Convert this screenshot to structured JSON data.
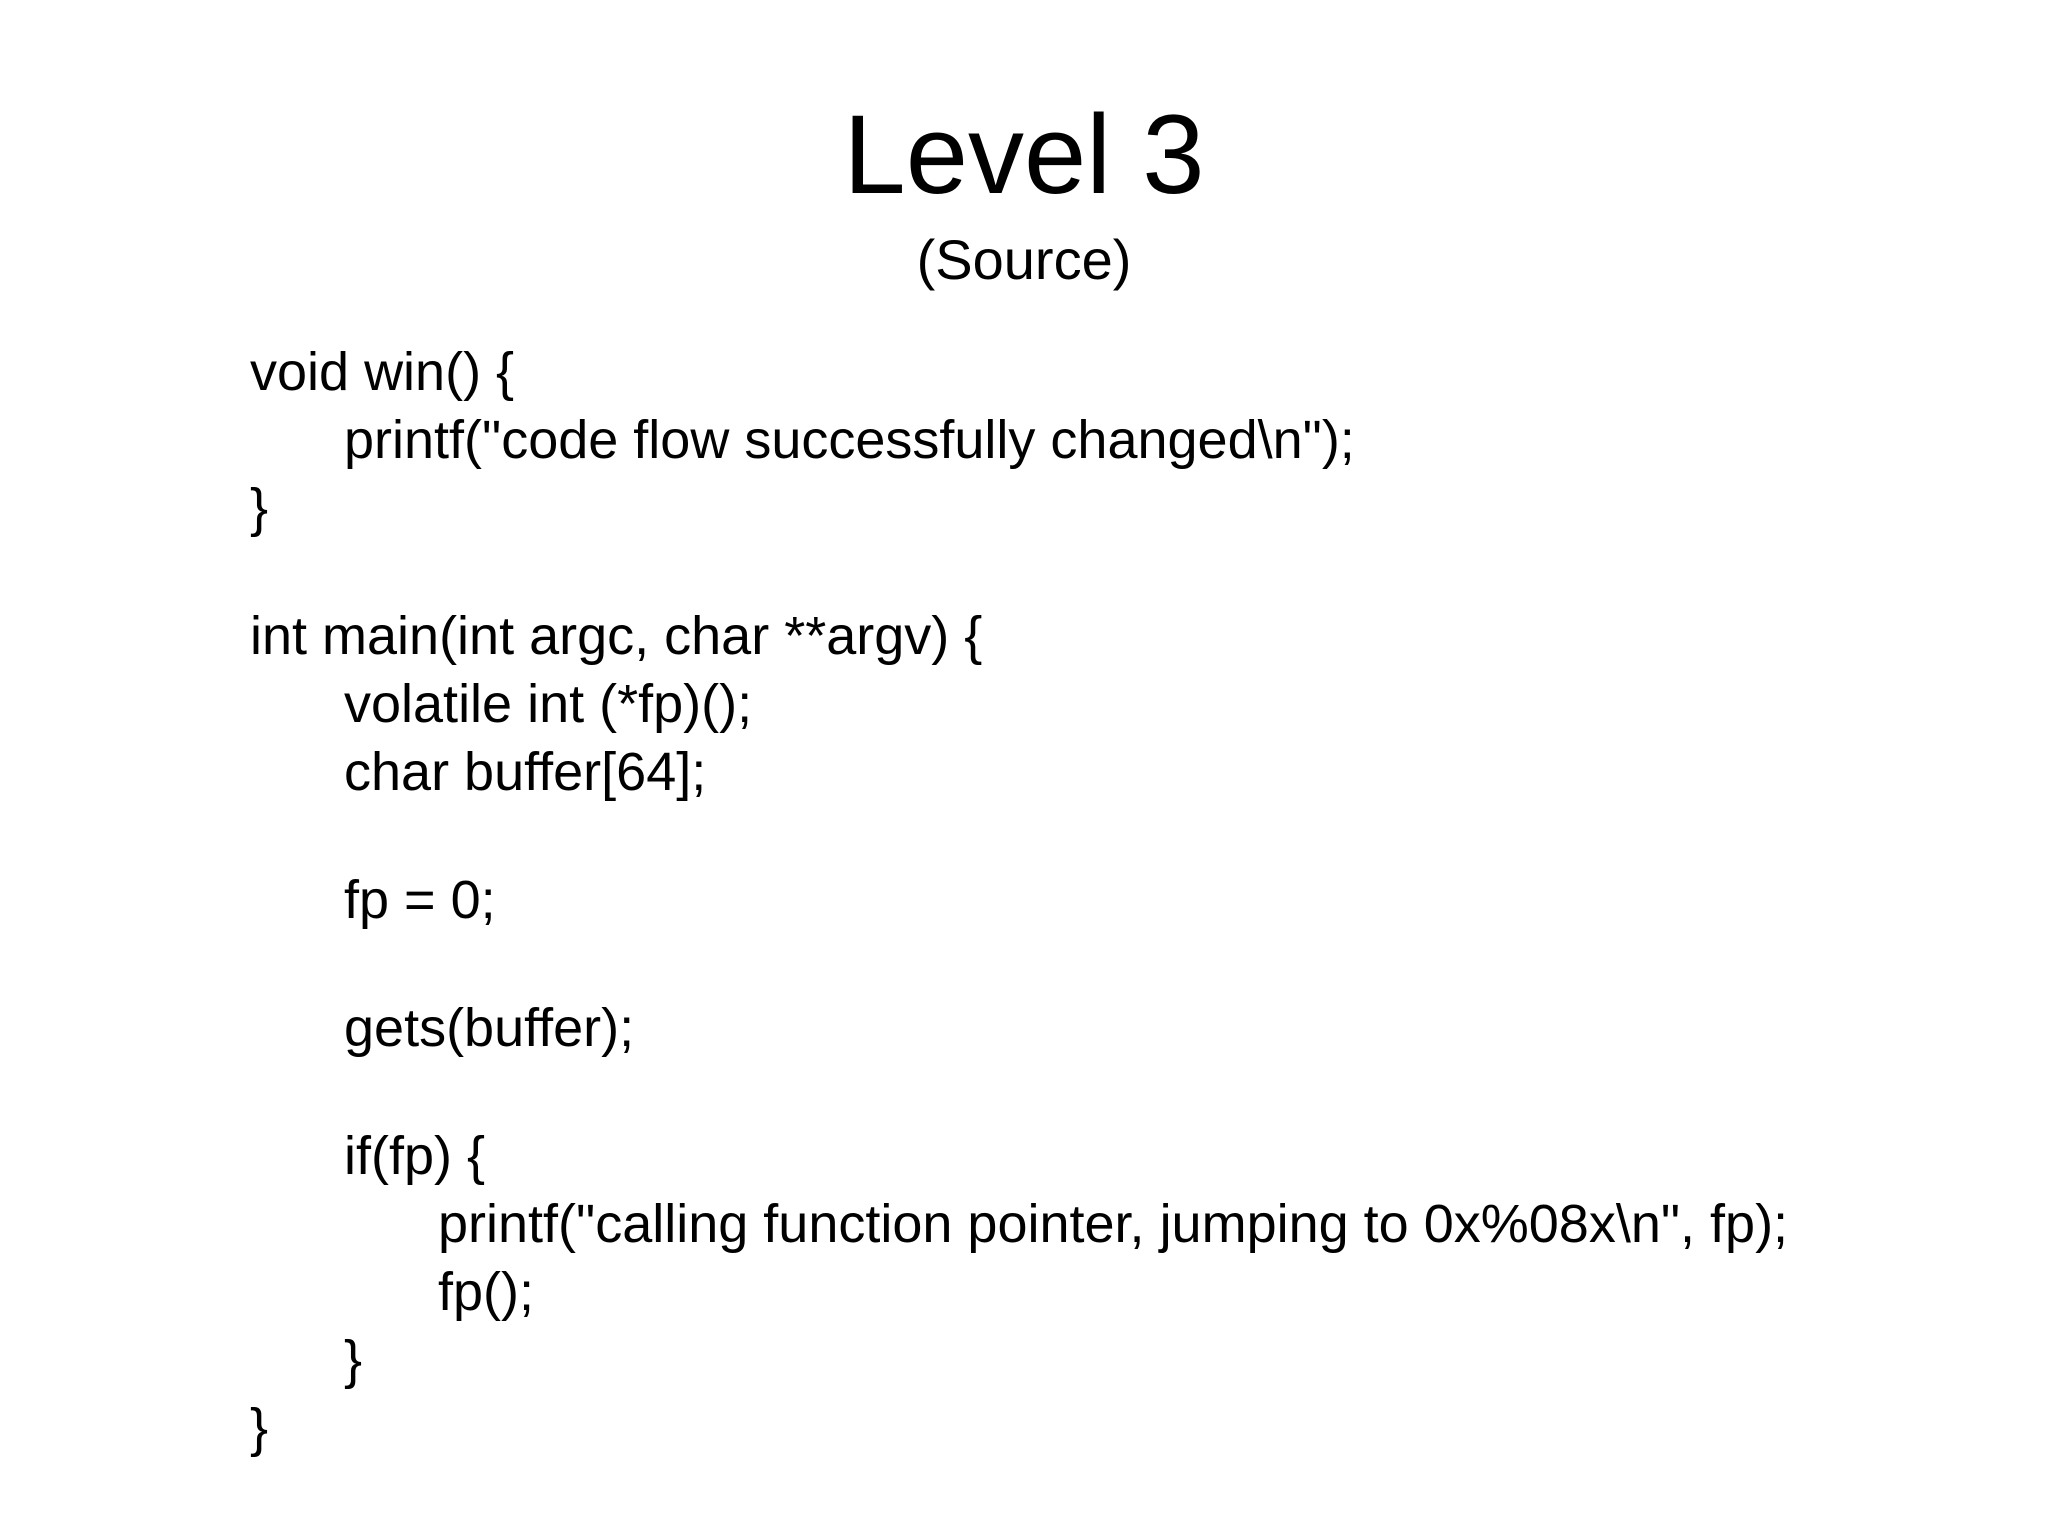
{
  "slide": {
    "title": "Level 3",
    "subtitle": "(Source)"
  },
  "code": {
    "lines": [
      "void win() {",
      "printf(\"code flow successfully changed\\n\");",
      "}",
      "int main(int argc, char **argv) {",
      "volatile int (*fp)();",
      "char buffer[64];",
      "fp = 0;",
      "gets(buffer);",
      "if(fp) {",
      "printf(\"calling function pointer, jumping to 0x%08x\\n\", fp);",
      "fp();",
      "}",
      "}"
    ]
  }
}
